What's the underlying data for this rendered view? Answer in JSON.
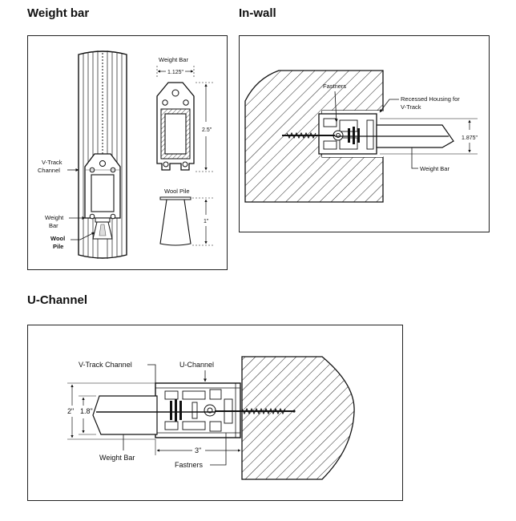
{
  "weight_bar": {
    "heading": "Weight bar",
    "labels": {
      "vtrack": "V-Track",
      "channel": "Channel",
      "weight": "Weight",
      "bar": "Bar",
      "wool": "Wool",
      "pile": "Pile",
      "weight_bar_title": "Weight Bar",
      "dim_width": "1.125\"",
      "dim_height": "2.5\"",
      "wool_pile_title": "Wool Pile",
      "dim_pile": "1\""
    }
  },
  "in_wall": {
    "heading": "In-wall",
    "labels": {
      "fastners": "Fastners",
      "recessed_1": "Recessed Housing for",
      "recessed_2": "V-Track",
      "dim_height": "1.875\"",
      "weight_bar": "Weight Bar"
    }
  },
  "u_channel": {
    "heading": "U-Channel",
    "labels": {
      "vtrack_channel": "V-Track Channel",
      "u_channel": "U-Channel",
      "dim_outer": "2\"",
      "dim_inner": "1.8\"",
      "weight_bar": "Weight Bar",
      "dim_width": "3\"",
      "fastners": "Fastners"
    }
  }
}
